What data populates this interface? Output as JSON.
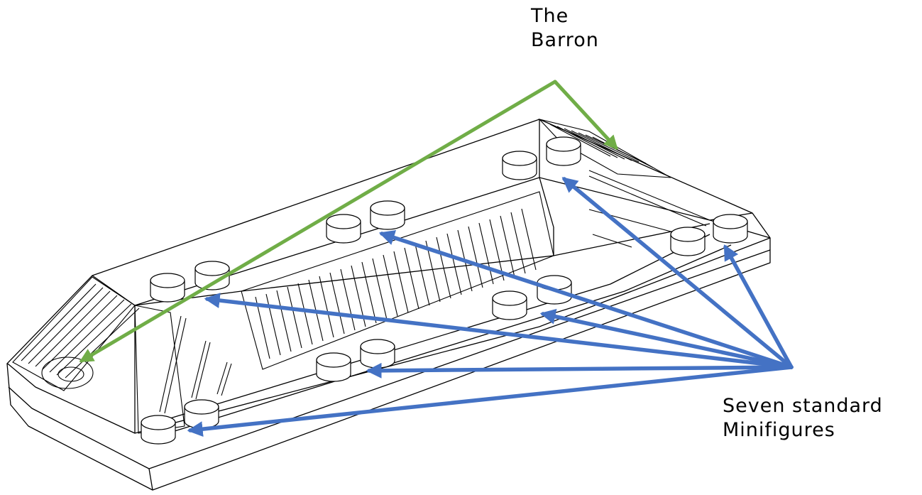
{
  "labels": {
    "barron": [
      "The",
      "Barron"
    ],
    "minifigures": [
      "Seven standard",
      "Minifigures"
    ]
  },
  "colors": {
    "barron_arrow": "#70ad47",
    "minifigure_arrows": "#4472c4",
    "outline": "#000000",
    "background": "#ffffff"
  }
}
